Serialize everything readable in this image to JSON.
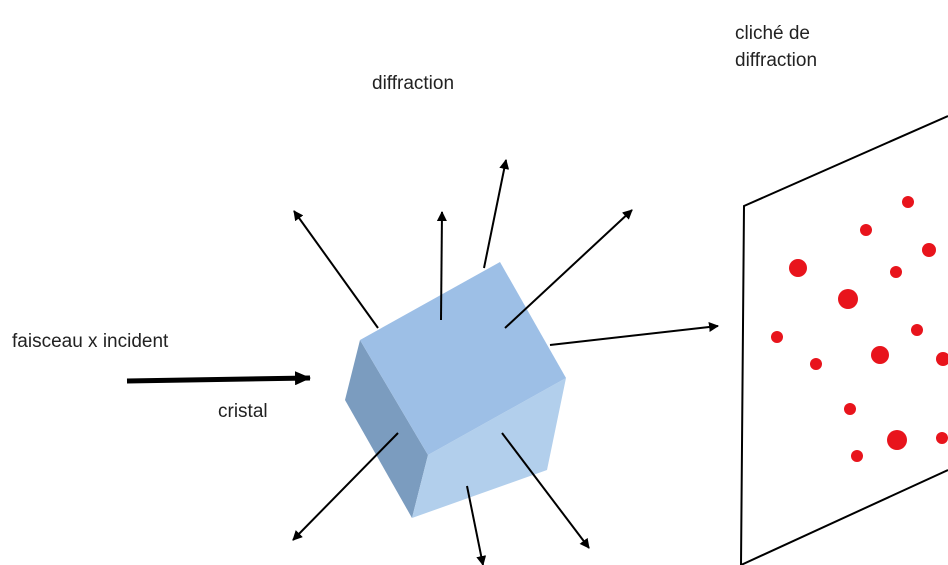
{
  "labels": {
    "diffraction": "diffraction",
    "cliche_line1": "cliché de",
    "cliche_line2": "diffraction",
    "faisceau": "faisceau  x incident",
    "cristal": "cristal"
  },
  "colors": {
    "crystal_top": "#9dbfe6",
    "crystal_left": "#7b9cbf",
    "crystal_bottom": "#b2cfec",
    "spots": "#e8141c",
    "arrows": "#000000",
    "screen_border": "#000000"
  }
}
